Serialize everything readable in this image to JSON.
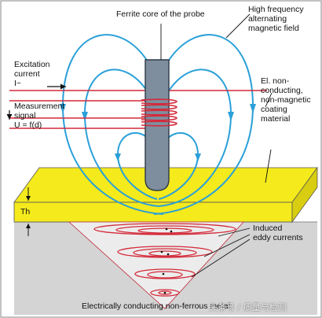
{
  "labels": {
    "ferrite_core": "Ferrite core of the probe",
    "high_frequency": "High frequency\nalternating\nmagnetic field",
    "excitation": "Excitation\ncurrent\nI~",
    "measurement": "Measurement\nsignal\nU = f(d)",
    "coating": "El. non-\nconducting,\nnon-magnetic\ncoating\nmaterial",
    "thickness": "Th",
    "eddy": "Induced\neddy currents",
    "substrate": "Electrically conducting non-ferrous metal"
  },
  "watermark": "头条号 / 质量与检测",
  "colors": {
    "background": "#ffffff",
    "metal": "#d4d4d4",
    "coating": "#f4ea1c",
    "field_lines": "#2aa0d8",
    "coil": "#d42a3a",
    "core": "#7e8e9e"
  }
}
